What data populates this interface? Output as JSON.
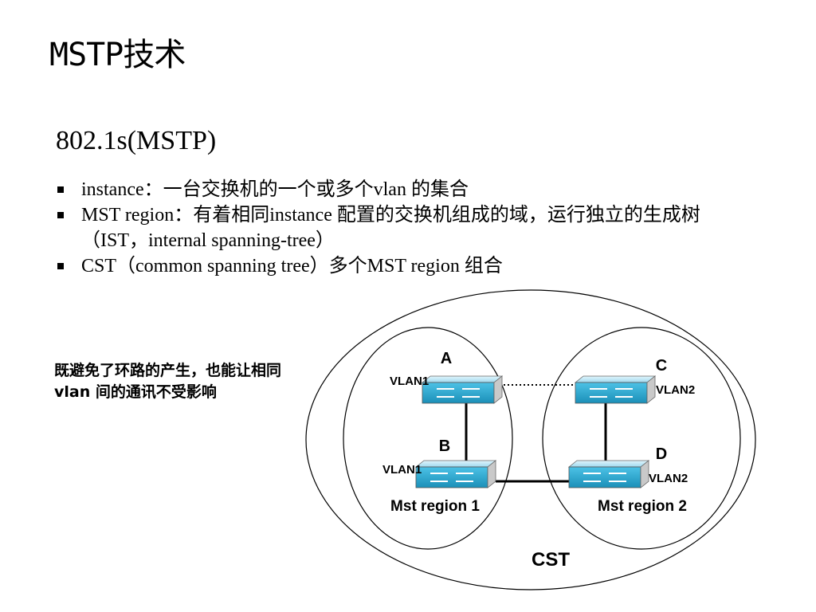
{
  "slide": {
    "title": "MSTP技术",
    "subtitle": "802.1s(MSTP)",
    "bullets": [
      "instance：一台交换机的一个或多个vlan 的集合",
      "MST region：有着相同instance 配置的交换机组成的域，运行独立的生成树（IST，internal spanning-tree）",
      "CST（common spanning tree）多个MST region 组合"
    ],
    "side_note": "既避免了环路的产生，也能让相同vlan 间的通讯不受影响"
  },
  "diagram": {
    "switches": [
      {
        "id": "A",
        "name": "A",
        "vlan": "VLAN1"
      },
      {
        "id": "B",
        "name": "B",
        "vlan": "VLAN1"
      },
      {
        "id": "C",
        "name": "C",
        "vlan": "VLAN2"
      },
      {
        "id": "D",
        "name": "D",
        "vlan": "VLAN2"
      }
    ],
    "regions": [
      "Mst region 1",
      "Mst region 2"
    ],
    "cst_label": "CST",
    "colors": {
      "switch_top": "#b8e6f5",
      "switch_front": "#2aa8cf",
      "line": "#000000"
    }
  }
}
